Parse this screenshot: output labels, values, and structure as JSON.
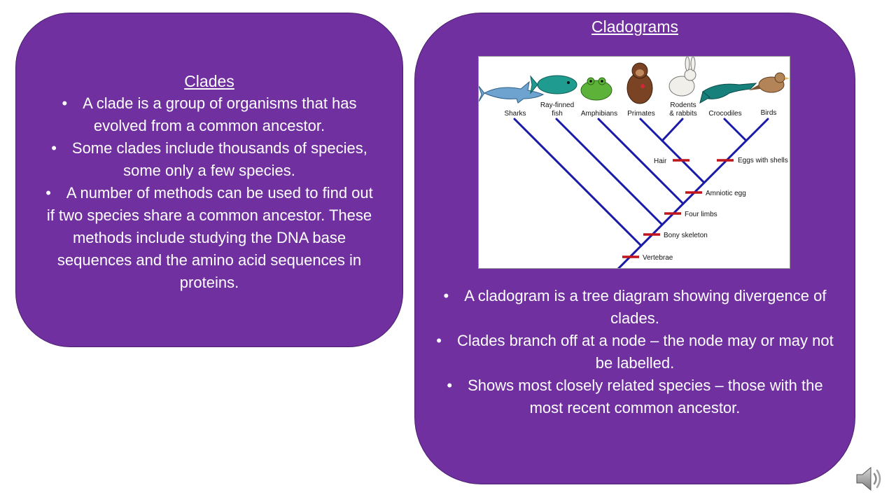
{
  "left": {
    "heading": "Clades",
    "bullets": [
      "A clade is a group of organisms that has evolved from a common ancestor.",
      "Some clades include thousands of species, some only a few species.",
      "A number of methods can be used to find out if two species share a common ancestor. These methods include studying the DNA base sequences and the amino acid sequences in proteins."
    ]
  },
  "right": {
    "heading": "Cladograms",
    "bullets": [
      "A cladogram is a tree diagram showing divergence of clades.",
      "Clades branch off at a node – the node may or may not be labelled.",
      "Shows most closely related species – those with the most recent common ancestor."
    ]
  },
  "cladogram": {
    "taxa": {
      "sharks": "Sharks",
      "fish_1": "Ray-finned",
      "fish_2": "fish",
      "amphibians": "Amphibians",
      "primates": "Primates",
      "rodents_1": "Rodents",
      "rodents_2": "& rabbits",
      "crocodiles": "Crocodiles",
      "birds": "Birds"
    },
    "traits": {
      "hair": "Hair",
      "eggs": "Eggs with shells",
      "amniotic": "Amniotic egg",
      "limbs": "Four limbs",
      "bony": "Bony skeleton",
      "vertebrae": "Vertebrae"
    },
    "colors": {
      "branch": "#1a1aa8",
      "marker": "#c0141c"
    }
  },
  "speaker_icon": "speaker-icon"
}
